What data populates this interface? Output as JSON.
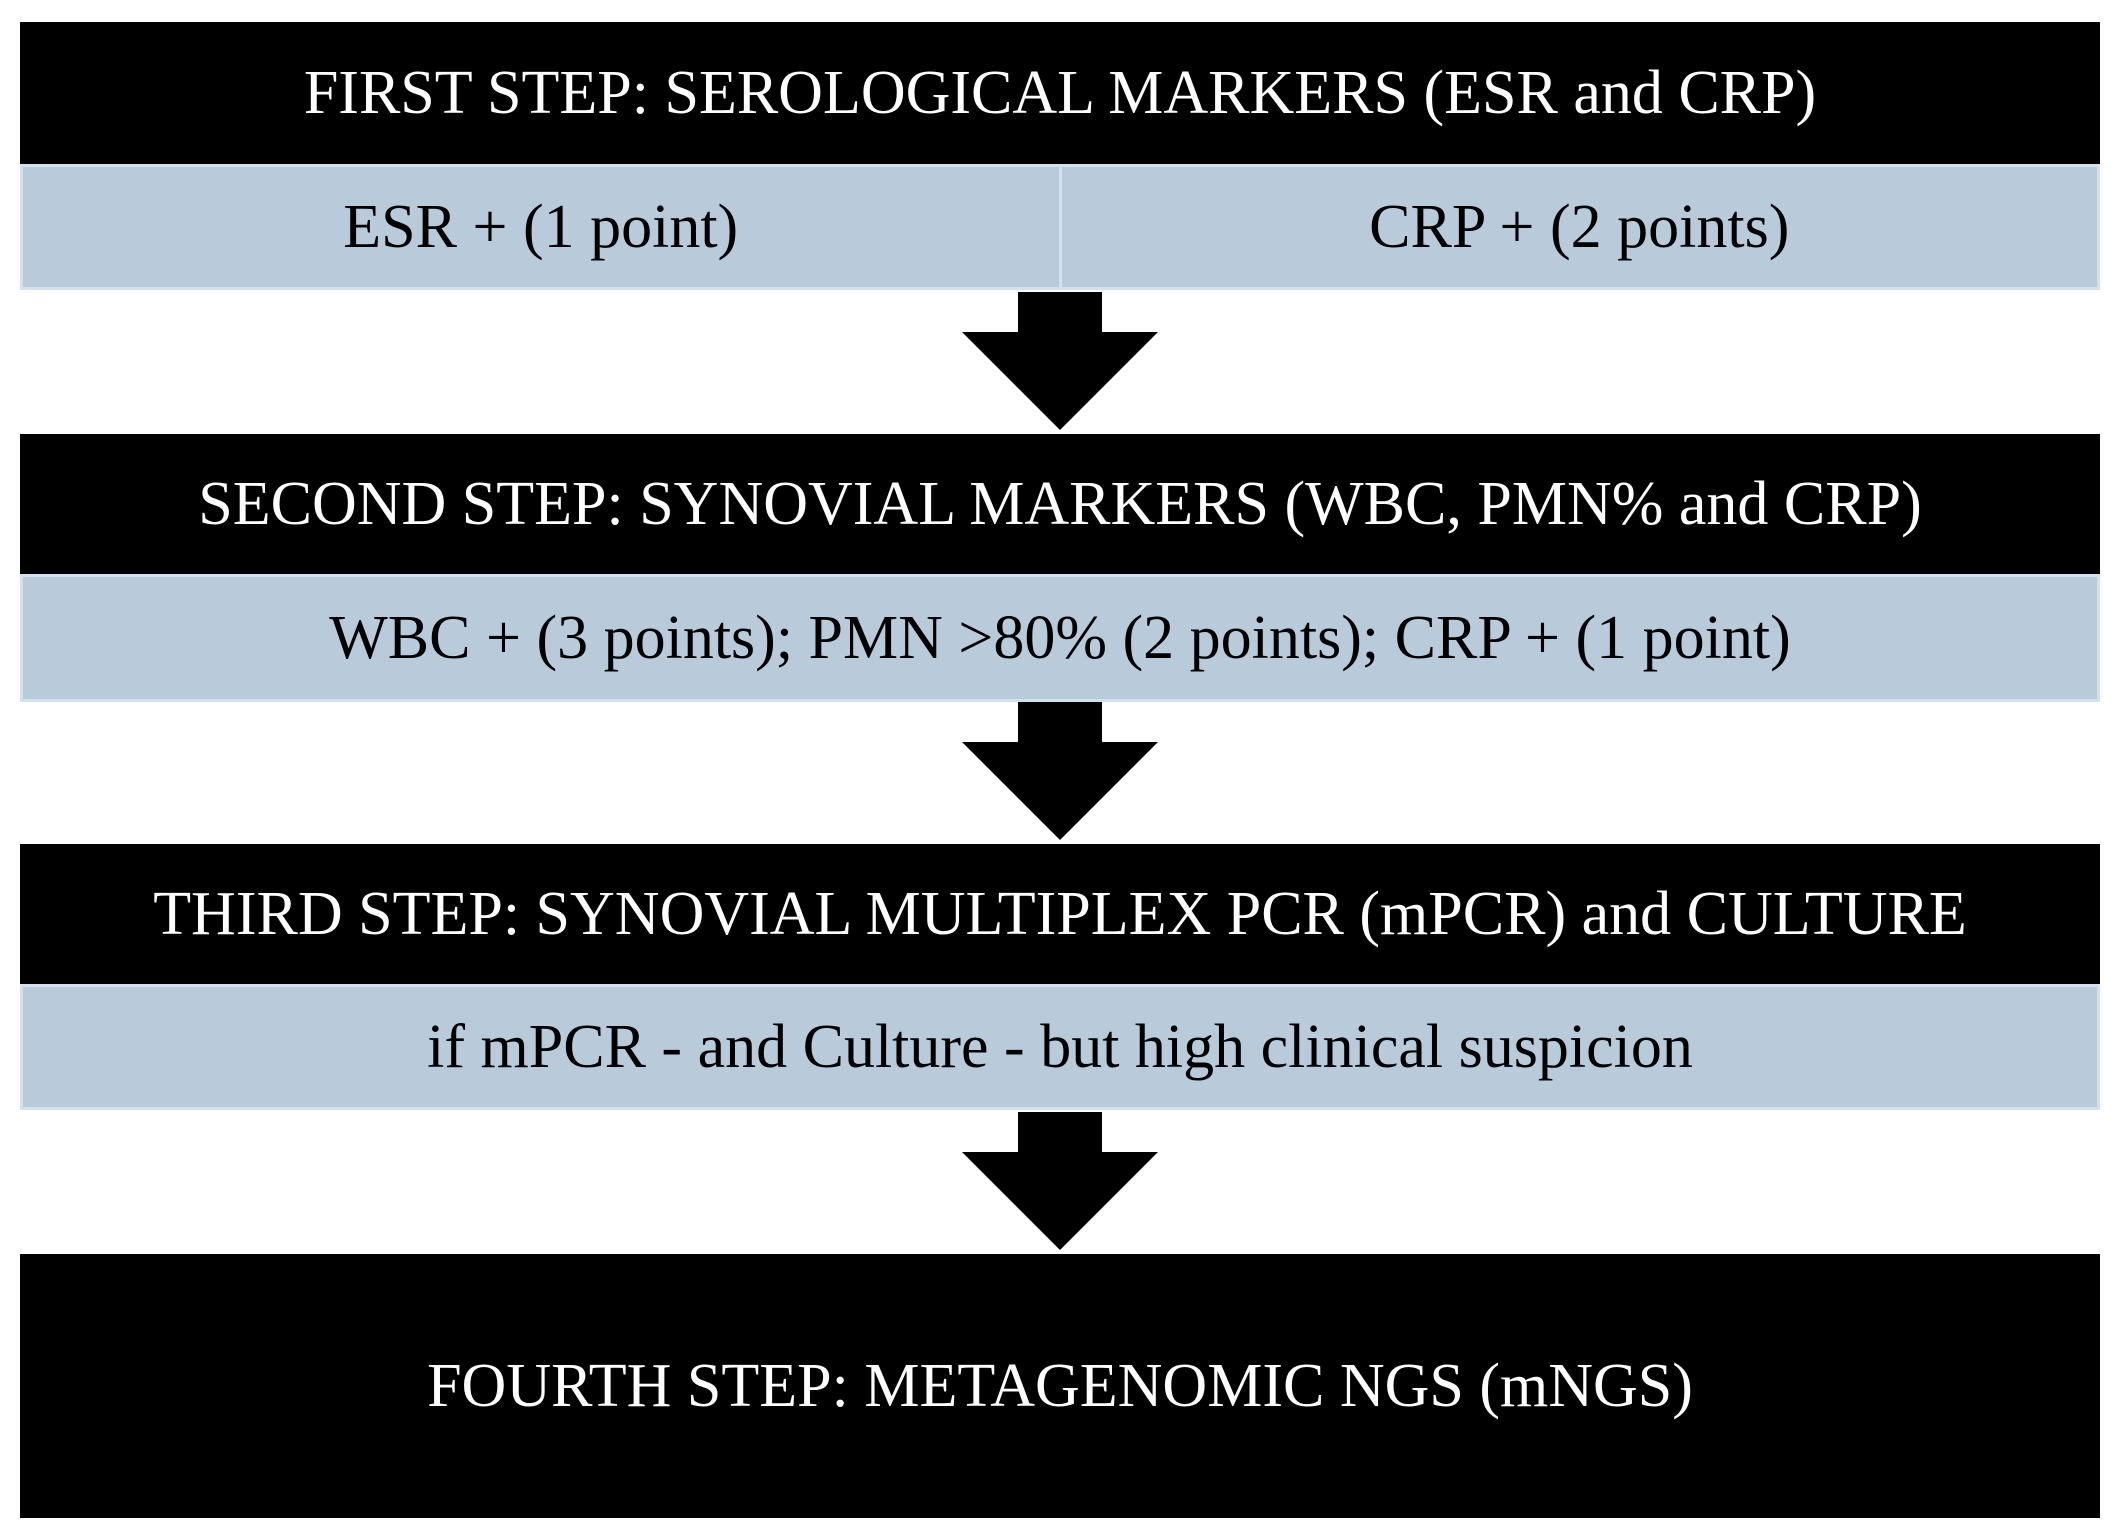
{
  "steps": [
    {
      "header": "FIRST STEP: SEROLOGICAL MARKERS (ESR and CRP)",
      "cells": [
        "ESR + (1 point)",
        "CRP + (2 points)"
      ]
    },
    {
      "header": "SECOND STEP: SYNOVIAL MARKERS (WBC, PMN% and CRP)",
      "detail": "WBC + (3 points); PMN >80% (2 points); CRP + (1 point)"
    },
    {
      "header": "THIRD STEP: SYNOVIAL MULTIPLEX PCR (mPCR) and CULTURE",
      "detail": "if mPCR - and Culture - but high clinical suspicion"
    },
    {
      "header": "FOURTH STEP: METAGENOMIC NGS (mNGS)"
    }
  ],
  "colors": {
    "header_bg": "#000000",
    "header_text": "#ffffff",
    "detail_bg": "#b9cbdb",
    "detail_border": "#d3e1ec",
    "arrow": "#000000"
  },
  "icons": {
    "arrow": "down-arrow-icon"
  }
}
